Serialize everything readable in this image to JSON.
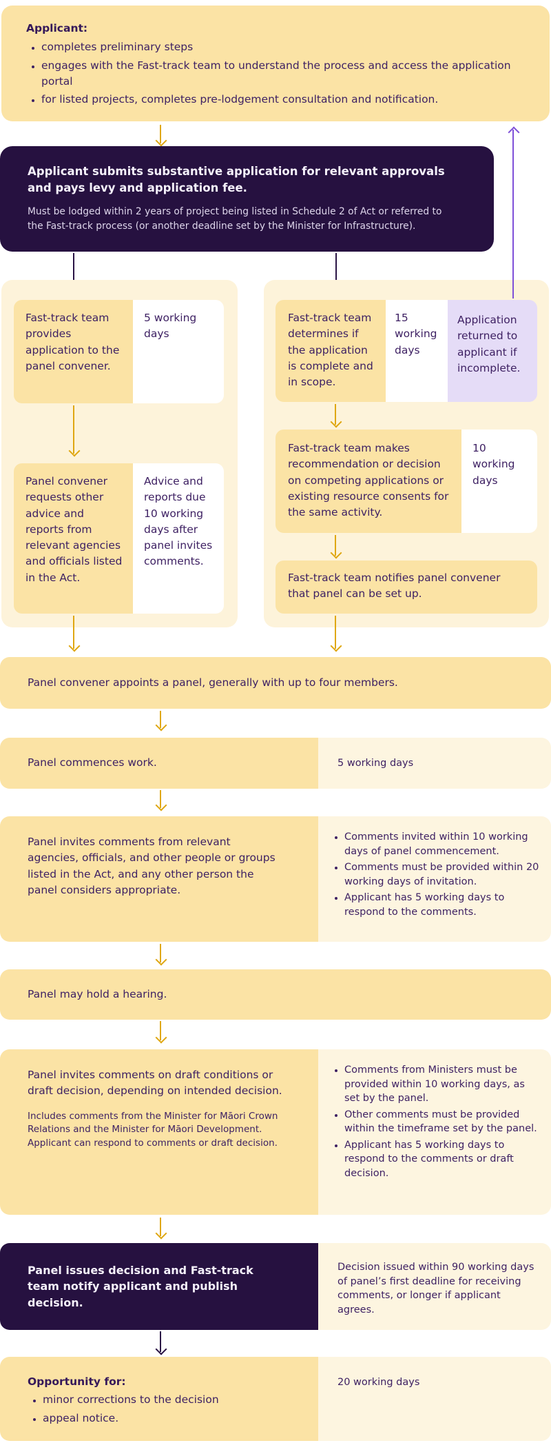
{
  "colors": {
    "background": "#ffffff",
    "box_yellow": "#fbe3a5",
    "box_cream": "#fdf3da",
    "box_white": "#ffffff",
    "box_lavender": "#e5dcf7",
    "box_dark_purple": "#261140",
    "text_purple": "#3e2163",
    "text_on_dark": "#f2eef8",
    "arrow_gold": "#dfa712",
    "arrow_dark": "#2a1445",
    "arrow_purple": "#7e4fd8"
  },
  "top_box": {
    "title": "Applicant:",
    "bullets": [
      "completes preliminary steps",
      "engages with the Fast-track team to understand the process and access the application portal",
      "for listed projects, completes pre-lodgement consultation and notification."
    ]
  },
  "submit_box": {
    "title": "Applicant submits substantive application for relevant approvals and pays levy and application fee.",
    "note": "Must be lodged within 2 years of project being listed in Schedule 2 of Act or referred to the Fast-track process (or another deadline set by the Minister for Infrastructure)."
  },
  "left_column": {
    "row1": {
      "text": "Fast-track team provides application to the panel convener.",
      "side": "5 working days"
    },
    "row2": {
      "text": "Panel convener requests other advice and reports from relevant agencies and officials listed in the Act.",
      "side": "Advice and reports due 10 working days after panel invites comments."
    }
  },
  "right_column": {
    "row1": {
      "text": "Fast-track team determines if the application is complete and in scope.",
      "side": "15 working days",
      "return_note": "Application returned to applicant if incomplete."
    },
    "row2": {
      "text": "Fast-track team makes recommendation or decision on competing applications or existing resource consents for the same activity.",
      "side": "10 working days"
    },
    "row3": {
      "text": "Fast-track team notifies panel convener that panel can be set up."
    }
  },
  "appoint_box": {
    "text": "Panel convener appoints a panel, generally with up to four members."
  },
  "commence_row": {
    "text": "Panel commences work.",
    "side": "5 working days"
  },
  "invite_row": {
    "text": "Panel invites comments from relevant agencies, officials, and other people or groups listed in the Act, and any other person the panel considers appropriate.",
    "bullets": [
      "Comments invited within 10 working days of panel commencement.",
      "Comments must be provided within 20 working days of invitation.",
      "Applicant has 5 working days to respond to the comments."
    ]
  },
  "hearing_box": {
    "text": "Panel may hold a hearing."
  },
  "draft_row": {
    "title": "Panel invites comments on draft conditions or draft decision, depending on intended decision.",
    "note": "Includes comments from the Minister for Māori Crown Relations and the Minister for Māori Development. Applicant can respond to comments or draft decision.",
    "bullets": [
      "Comments from Ministers must be provided within 10 working days, as set by the panel.",
      "Other comments must be provided within the timeframe set by the panel.",
      "Applicant has 5 working days to respond to the comments or draft decision."
    ]
  },
  "decision_row": {
    "title": "Panel  issues decision and Fast-track team notify applicant and publish decision.",
    "side": "Decision issued within 90 working days of panel’s first deadline for receiving comments, or longer if applicant agrees."
  },
  "opportunity_row": {
    "title": "Opportunity for:",
    "bullets": [
      "minor corrections to the decision",
      "appeal notice."
    ],
    "side": "20 working days"
  }
}
